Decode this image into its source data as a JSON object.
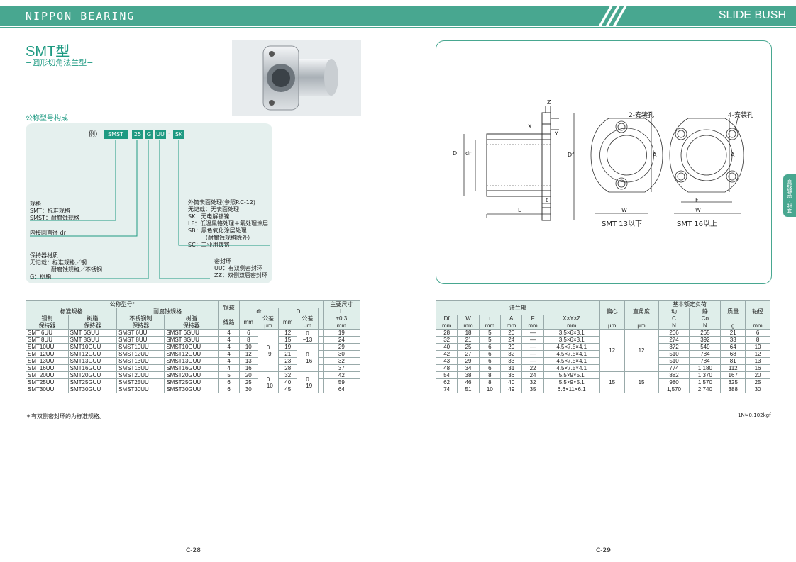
{
  "header": {
    "brand": "NIPPON BEARING",
    "section": "SLIDE BUSH"
  },
  "left": {
    "title": "SMT型",
    "subtitle": "−圆形切角法兰型−",
    "section_label": "公称型号构成",
    "example_label": "例）",
    "code_parts": [
      "SMST",
      "25",
      "G",
      "UU",
      "-",
      "SK"
    ],
    "spec_label": "规格",
    "spec_lines": [
      "SMT：标准规格",
      "SMST：耐腐蚀规格"
    ],
    "dr_label": "内接圆直径 dr",
    "retainer_label": "保持器材质",
    "retainer_lines": [
      "无记载：标准规格／钢",
      "耐腐蚀规格／不锈钢",
      "G：树脂"
    ],
    "surface_label": "外筒表面处理(参照P.C-12)",
    "surface_lines": [
      "无记载：无表面处理",
      "SK：无电解镀镍",
      "LF：低温黑铬处理＋氟处理涂层",
      "SB：黑色氧化涂层处理",
      "（耐腐蚀规格除外）",
      "SC：工业用镀铬"
    ],
    "seal_label": "密封环",
    "seal_lines": [
      "UU：有双侧密封环",
      "ZZ：双侧双唇密封环"
    ],
    "page": "C-28",
    "note": "＊有双侧密封环的为标准规格。"
  },
  "table1": {
    "h_model": "公称型号*",
    "h_std": "标准规格",
    "h_cor": "耐腐蚀规格",
    "h_steel": "钢制",
    "h_resin": "树脂",
    "h_ss": "不锈钢制",
    "h_resin2": "树脂",
    "h_ret": "保持器",
    "h_balls1": "钢球",
    "h_balls2": "线路",
    "h_main": "主要尺寸",
    "h_dr": "dr",
    "h_D": "D",
    "h_L": "L",
    "h_tol": "公差",
    "h_pm": "±0.3",
    "u_mm": "mm",
    "u_um": "μm",
    "rows": [
      [
        "SMT 6UU",
        "SMT 6GUU",
        "SMST 6UU",
        "SMST 6GUU",
        "4",
        "6",
        "12",
        "19"
      ],
      [
        "SMT 8UU",
        "SMT 8GUU",
        "SMST 8UU",
        "SMST 8GUU",
        "4",
        "8",
        "15",
        "24"
      ],
      [
        "SMT10UU",
        "SMT10GUU",
        "SMST10UU",
        "SMST10GUU",
        "4",
        "10",
        "19",
        "29"
      ],
      [
        "SMT12UU",
        "SMT12GUU",
        "SMST12UU",
        "SMST12GUU",
        "4",
        "12",
        "21",
        "30"
      ],
      [
        "SMT13UU",
        "SMT13GUU",
        "SMST13UU",
        "SMST13GUU",
        "4",
        "13",
        "23",
        "32"
      ],
      [
        "SMT16UU",
        "SMT16GUU",
        "SMST16UU",
        "SMST16GUU",
        "4",
        "16",
        "28",
        "37"
      ],
      [
        "SMT20UU",
        "SMT20GUU",
        "SMST20UU",
        "SMST20GUU",
        "5",
        "20",
        "32",
        "42"
      ],
      [
        "SMT25UU",
        "SMT25GUU",
        "SMST25UU",
        "SMST25GUU",
        "6",
        "25",
        "40",
        "59"
      ],
      [
        "SMT30UU",
        "SMT30GUU",
        "SMST30UU",
        "SMST30GUU",
        "6",
        "30",
        "45",
        "64"
      ]
    ],
    "dr_tol_a": [
      "0",
      "−9"
    ],
    "dr_tol_b": [
      "0",
      "−10"
    ],
    "D_tol_a1": [
      "0",
      "−13"
    ],
    "D_tol_a2": [
      "0",
      "−16"
    ],
    "D_tol_b": [
      "0",
      "−19"
    ]
  },
  "right": {
    "label_2hole": "2-安装孔",
    "label_4hole": "4-安装孔",
    "cap_a": "SMT 13以下",
    "cap_b": "SMT 16以上",
    "dim": {
      "D": "D",
      "dr": "dr",
      "Df": "Df",
      "L": "L",
      "t": "t",
      "W": "W",
      "A": "A",
      "F": "F",
      "X": "X",
      "Y": "Y",
      "Z": "Z"
    },
    "page": "C-29",
    "note": "1N≒0.102kgf"
  },
  "table2": {
    "h_flange": "法兰部",
    "h_ecc": "偏心",
    "h_perp": "直角度",
    "h_load": "基本额定负荷",
    "h_dyn": "动",
    "h_sta": "静",
    "h_mass": "质量",
    "h_shaft": "轴径",
    "cols": [
      "Df",
      "W",
      "t",
      "A",
      "F",
      "X×Y×Z"
    ],
    "h_C": "C",
    "h_Co": "Co",
    "u": [
      "mm",
      "mm",
      "mm",
      "mm",
      "mm",
      "mm",
      "μm",
      "μm",
      "N",
      "N",
      "g",
      "mm"
    ],
    "ecc_a": "12",
    "perp_a": "12",
    "ecc_b": "15",
    "perp_b": "15",
    "rows": [
      [
        "28",
        "18",
        "5",
        "20",
        "—",
        "3.5×6×3.1",
        "206",
        "265",
        "21",
        "6"
      ],
      [
        "32",
        "21",
        "5",
        "24",
        "—",
        "3.5×6×3.1",
        "274",
        "392",
        "33",
        "8"
      ],
      [
        "40",
        "25",
        "6",
        "29",
        "—",
        "4.5×7.5×4.1",
        "372",
        "549",
        "64",
        "10"
      ],
      [
        "42",
        "27",
        "6",
        "32",
        "—",
        "4.5×7.5×4.1",
        "510",
        "784",
        "68",
        "12"
      ],
      [
        "43",
        "29",
        "6",
        "33",
        "—",
        "4.5×7.5×4.1",
        "510",
        "784",
        "81",
        "13"
      ],
      [
        "48",
        "34",
        "6",
        "31",
        "22",
        "4.5×7.5×4.1",
        "774",
        "1,180",
        "112",
        "16"
      ],
      [
        "54",
        "38",
        "8",
        "36",
        "24",
        "5.5×9×5.1",
        "882",
        "1,370",
        "167",
        "20"
      ],
      [
        "62",
        "46",
        "8",
        "40",
        "32",
        "5.5×9×5.1",
        "980",
        "1,570",
        "325",
        "25"
      ],
      [
        "74",
        "51",
        "10",
        "49",
        "35",
        "6.6×11×6.1",
        "1,570",
        "2,740",
        "388",
        "30"
      ]
    ]
  },
  "sidetab": "直线轴承・衬套",
  "colors": {
    "accent": "#48a790",
    "text_green": "#1e9a82",
    "box": "#e5f0ee"
  }
}
